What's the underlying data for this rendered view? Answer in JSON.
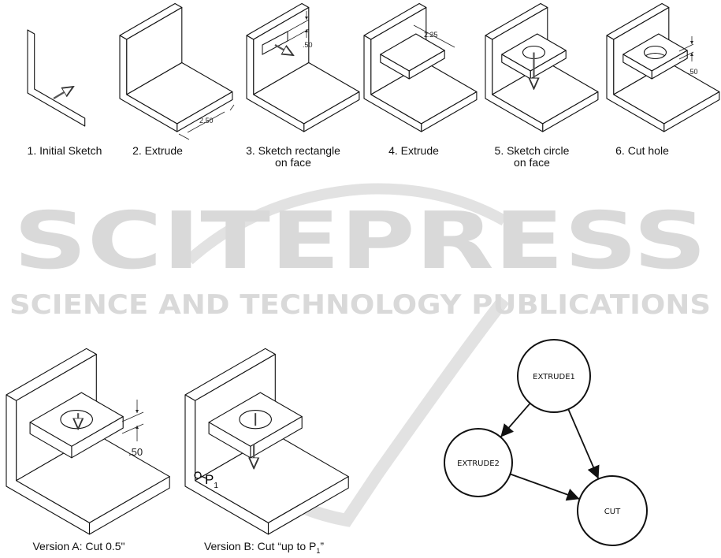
{
  "watermark": {
    "title": "SCITEPRESS",
    "subtitle": "SCIENCE AND TECHNOLOGY PUBLICATIONS"
  },
  "steps": [
    {
      "label_line1": "1. Initial Sketch",
      "label_line2": ""
    },
    {
      "label_line1": "2. Extrude",
      "label_line2": "",
      "dimension": "2.50"
    },
    {
      "label_line1": "3. Sketch rectangle",
      "label_line2": "on face",
      "dimension": ".50"
    },
    {
      "label_line1": "4. Extrude",
      "label_line2": "",
      "dimension": "2.25"
    },
    {
      "label_line1": "5. Sketch circle",
      "label_line2": "on face"
    },
    {
      "label_line1": "6. Cut hole",
      "label_line2": "",
      "dimension": ".50"
    }
  ],
  "versions": [
    {
      "label": "Version A: Cut 0.5\"",
      "dimension": ".50"
    },
    {
      "label_prefix": "Version B: Cut “up to P",
      "label_sub": "1",
      "label_suffix": "”",
      "point_label": "P",
      "point_sub": "1"
    }
  ],
  "graph": {
    "nodes": [
      {
        "id": "EXTRUDE1",
        "label": "EXTRUDE1"
      },
      {
        "id": "EXTRUDE2",
        "label": "EXTRUDE2"
      },
      {
        "id": "CUT",
        "label": "CUT"
      }
    ],
    "edges": [
      {
        "from": "EXTRUDE1",
        "to": "EXTRUDE2"
      },
      {
        "from": "EXTRUDE1",
        "to": "CUT"
      },
      {
        "from": "EXTRUDE2",
        "to": "CUT"
      }
    ]
  }
}
